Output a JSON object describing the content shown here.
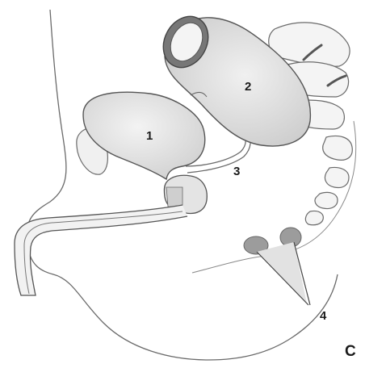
{
  "diagram": {
    "labels": {
      "one": "1",
      "two": "2",
      "three": "3",
      "four": "4",
      "panel": "C"
    },
    "colors": {
      "outline": "#5a5a5a",
      "organ_fill": "#dcdcdc",
      "organ_fill_light": "#ececec",
      "bone_fill": "#f2f2f2",
      "nodule_fill": "#9a9a9a",
      "background": "#ffffff"
    }
  }
}
